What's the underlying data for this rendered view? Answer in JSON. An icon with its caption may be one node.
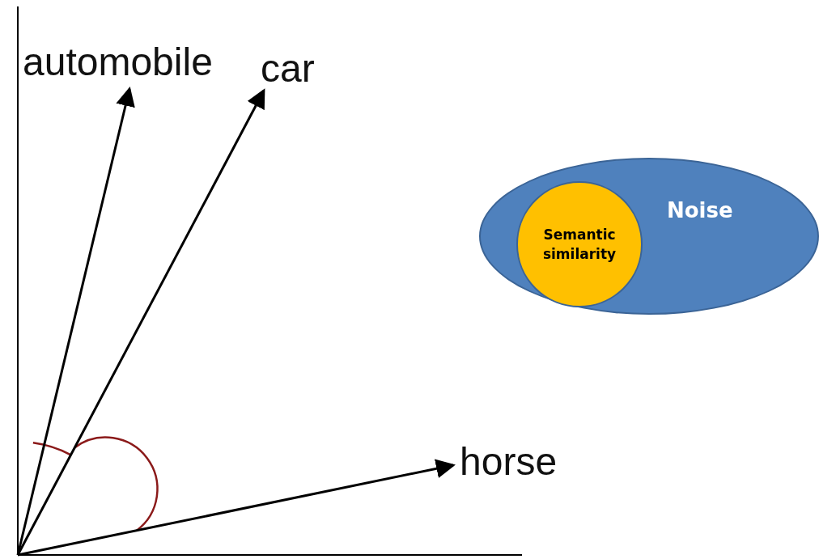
{
  "diagram": {
    "nodes": [
      {
        "text": [
          "automobile"
        ]
      },
      {
        "text": [
          "car"
        ]
      },
      {
        "text": [
          "horse"
        ]
      },
      {
        "text": [
          "Noise"
        ]
      },
      {
        "text": [
          "Semantic similarity"
        ],
        "in": 3
      }
    ],
    "edges": [
      {
        "from": null,
        "to": 0,
        "arrow": "to"
      },
      {
        "from": null,
        "to": 1,
        "arrow": "to"
      },
      {
        "from": null,
        "to": 2,
        "arrow": "to"
      }
    ]
  }
}
